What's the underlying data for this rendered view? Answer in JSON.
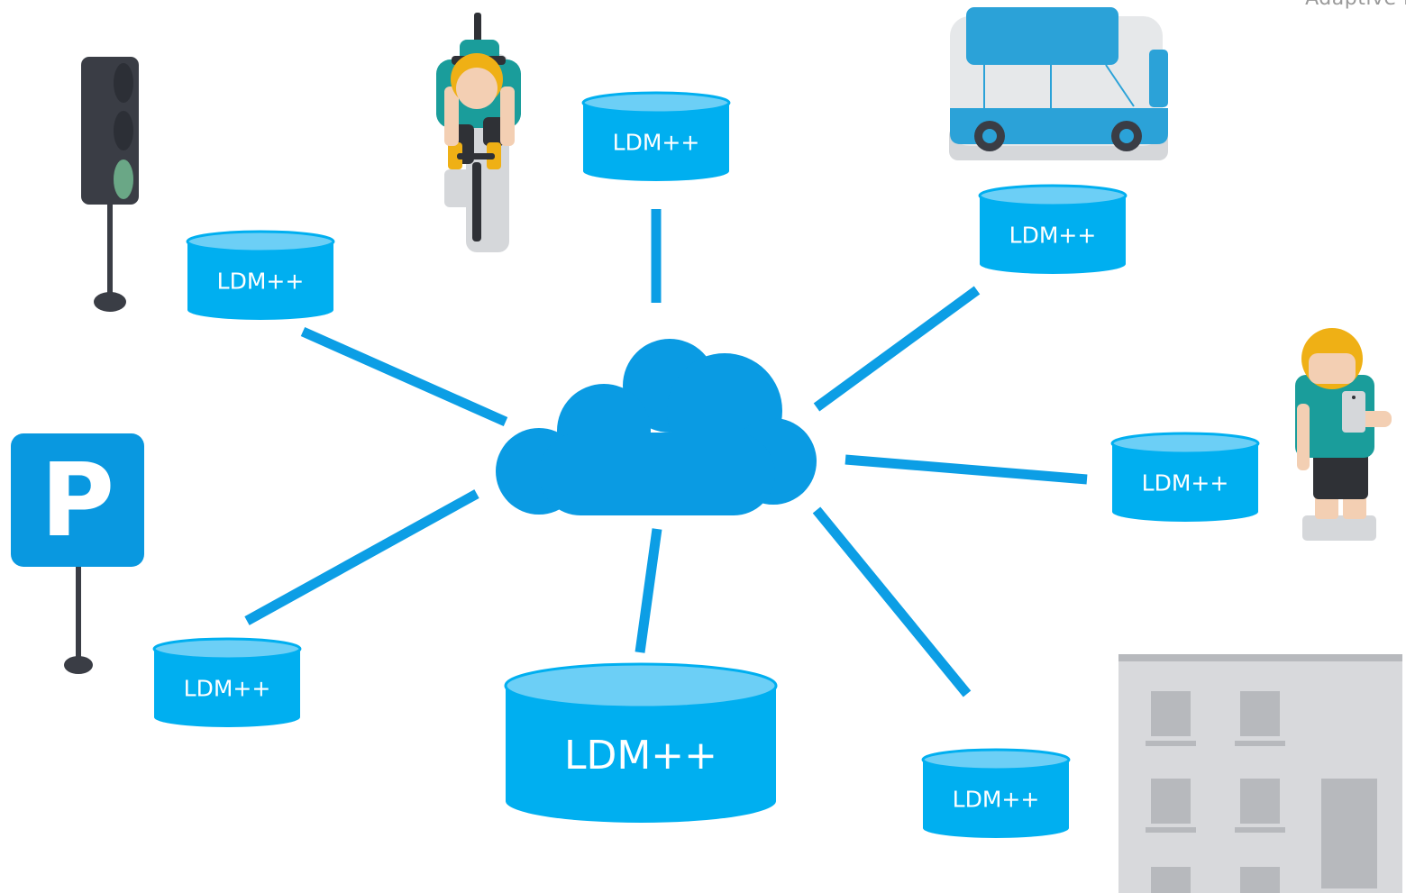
{
  "corner_text": "Adaptive I",
  "colors": {
    "link": "#0c9ee5",
    "cloud": "#0a9be3",
    "db_body": "#00aff0",
    "db_top": "#6ccff6",
    "pole": "#3a3d45",
    "traffic_body": "#3a3d45",
    "traffic_lamp_off": "#2c2f36",
    "traffic_lamp_green": "#6aa786",
    "parking_sign": "#0998e0",
    "van_body": "#e6e8ea",
    "van_blue": "#2ba2d8",
    "building": "#d8d9dc",
    "building_window": "#b7b9bd",
    "hair": "#efb015",
    "skin": "#f3cfb3",
    "shirt": "#1a9d9b",
    "pants": "#2f3136",
    "shoe": "#d5d7da"
  },
  "databases": [
    {
      "id": "top-center",
      "label": "LDM++"
    },
    {
      "id": "top-left",
      "label": "LDM++"
    },
    {
      "id": "top-right",
      "label": "LDM++"
    },
    {
      "id": "right",
      "label": "LDM++"
    },
    {
      "id": "bottom-left",
      "label": "LDM++"
    },
    {
      "id": "bottom-center",
      "label": "LDM++"
    },
    {
      "id": "bottom-right",
      "label": "LDM++"
    }
  ],
  "parking_sign": {
    "letter": "P"
  },
  "icons": [
    "traffic-light-icon",
    "cyclist-icon",
    "van-icon",
    "pedestrian-phone-icon",
    "parking-sign-icon",
    "building-icon",
    "cloud-icon"
  ]
}
